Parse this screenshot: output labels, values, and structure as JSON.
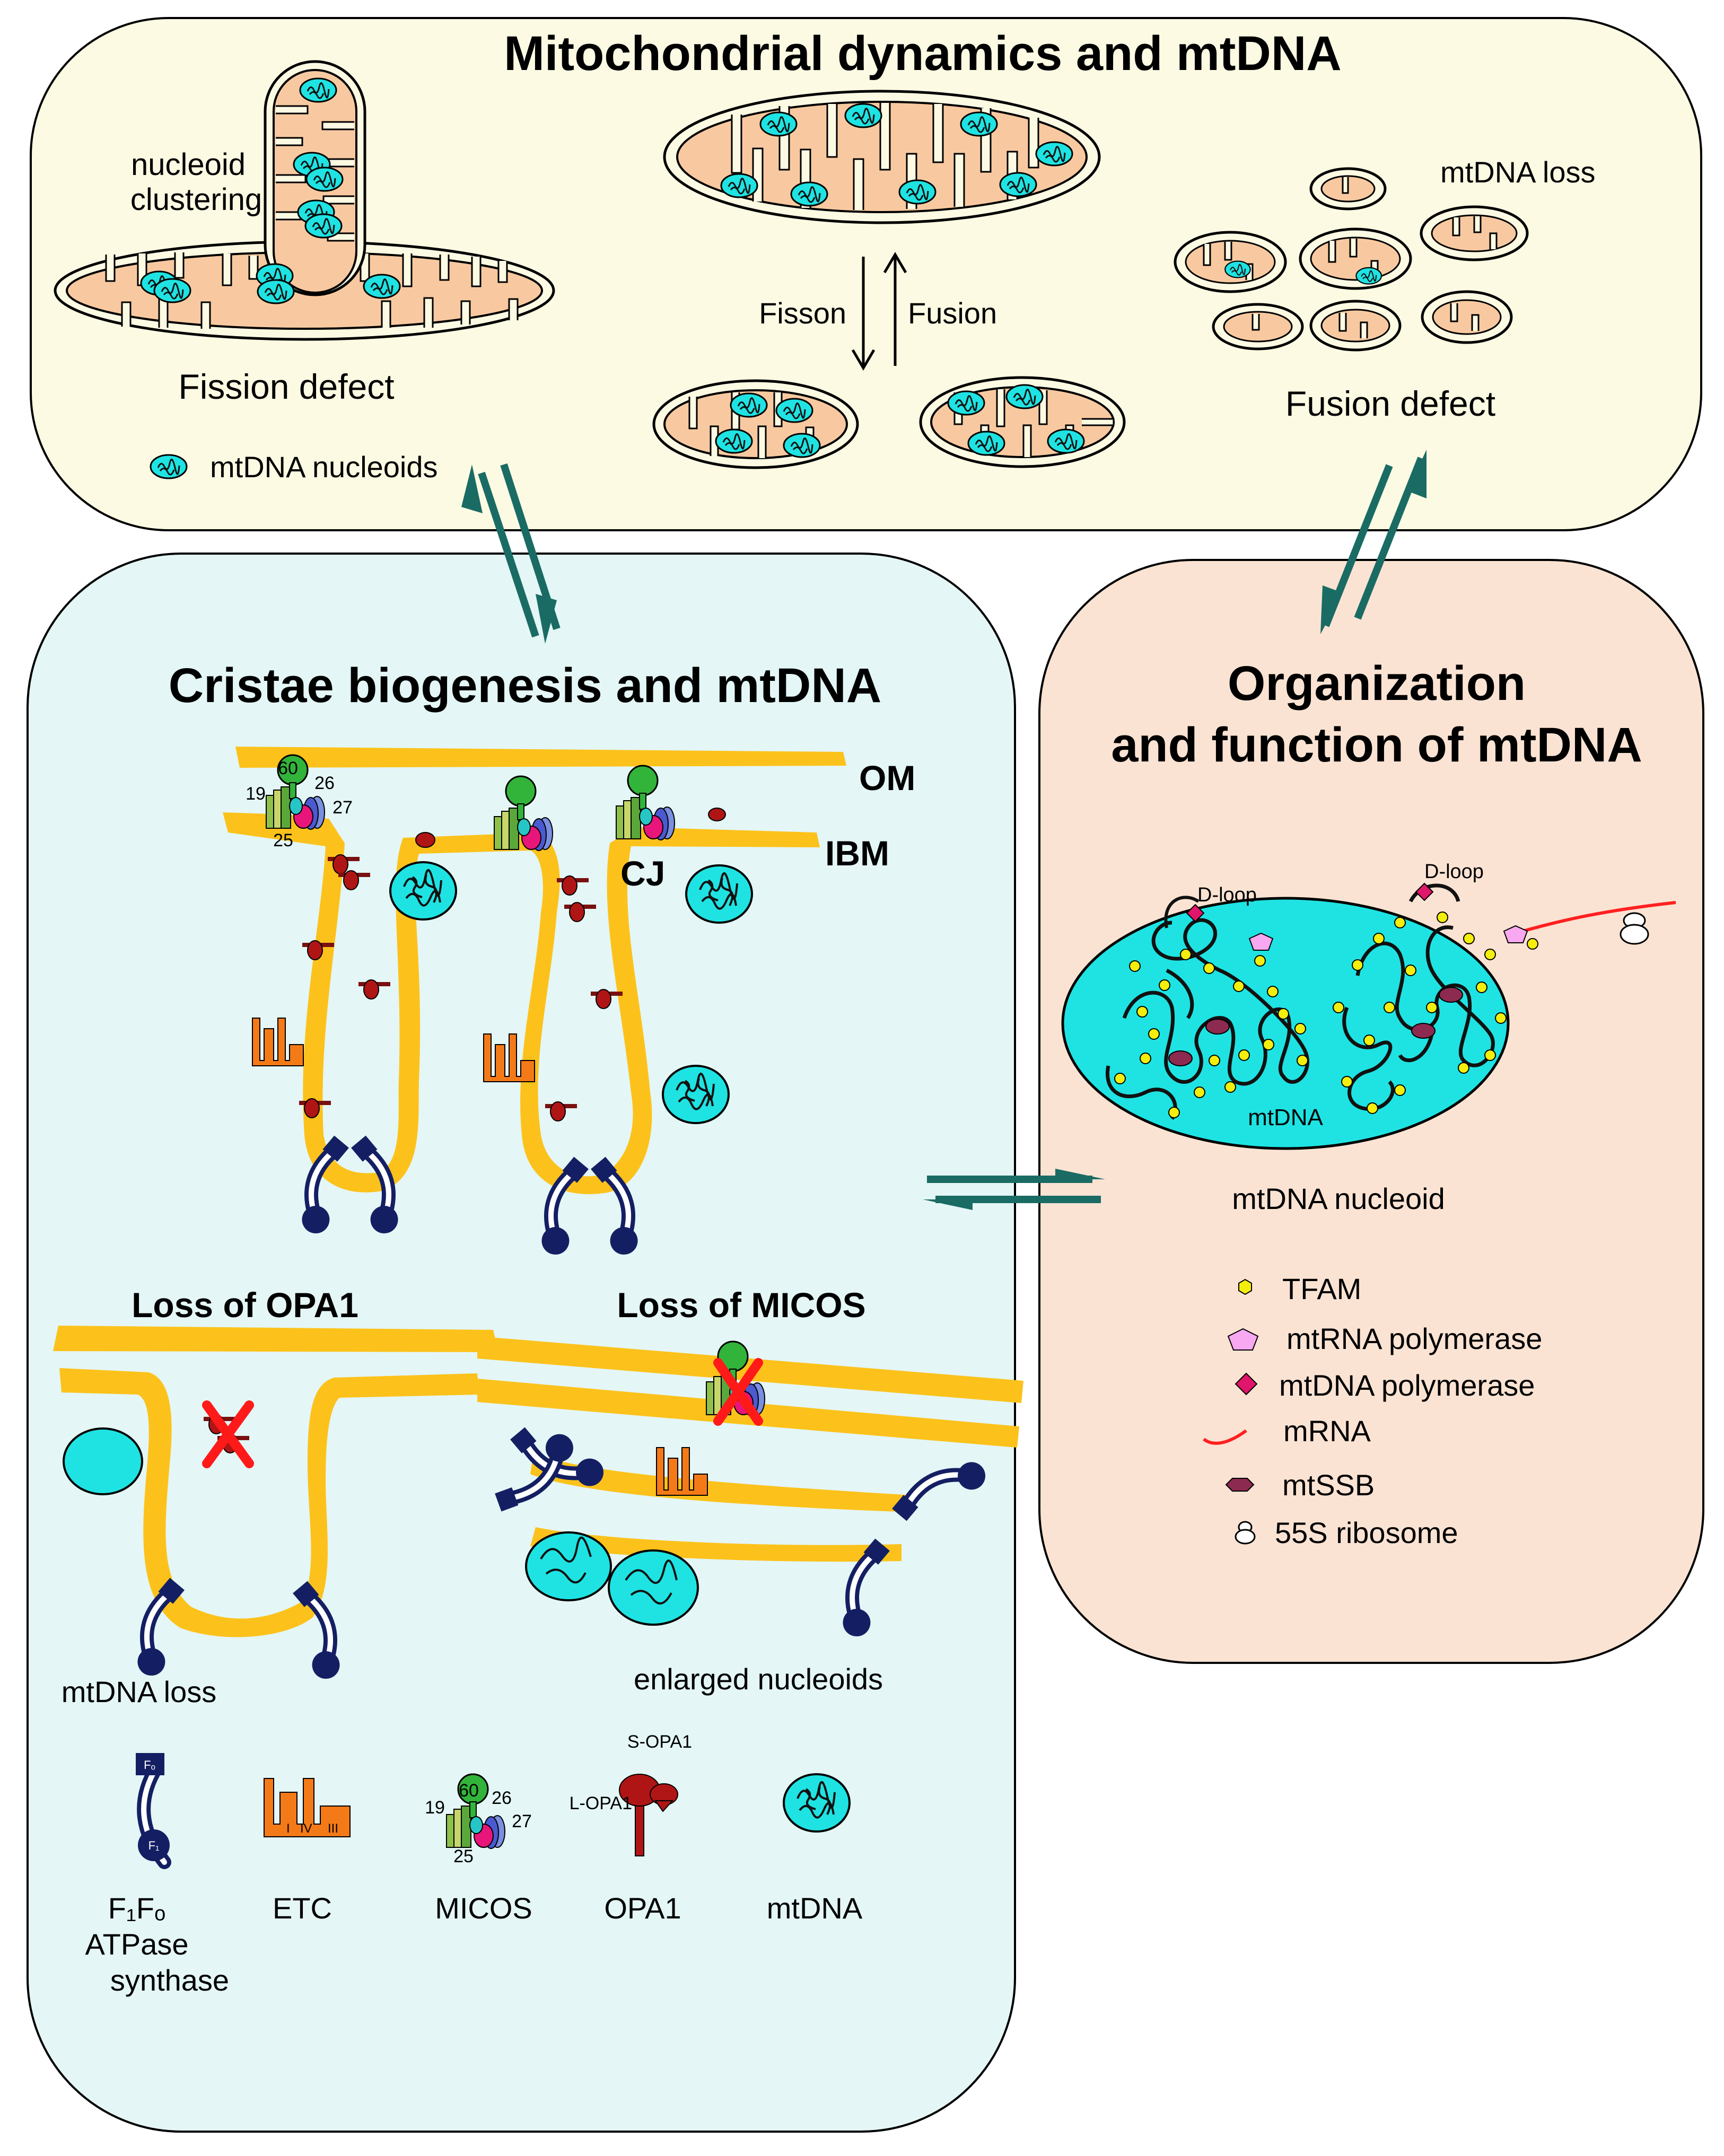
{
  "panels": {
    "dynamics": {
      "title": "Mitochondrial dynamics and mtDNA",
      "nucleoid_clustering": [
        "nucleoid",
        "clustering"
      ],
      "fission_defect": "Fission defect",
      "fusion_defect": "Fusion defect",
      "fisson": "Fisson",
      "fusion": "Fusion",
      "mtdna_loss": "mtDNA loss",
      "nucleoids_legend": "mtDNA nucleoids"
    },
    "cristae": {
      "title": "Cristae biogenesis and mtDNA",
      "om": "OM",
      "ibm": "IBM",
      "cj": "CJ",
      "micos_numbers": [
        "60",
        "19",
        "26",
        "27",
        "25"
      ],
      "loss_opa1": "Loss of OPA1",
      "loss_micos": "Loss of MICOS",
      "mtdna_loss": "mtDNA loss",
      "enlarged_nucleoids": "enlarged nucleoids",
      "etc_complexes": [
        "I",
        "IV",
        "III"
      ],
      "legend": {
        "atpase": [
          "F₁Fₒ",
          "ATPase",
          "synthase"
        ],
        "atpase_subunits": [
          "Fₒ",
          "F₁"
        ],
        "etc": "ETC",
        "micos": "MICOS",
        "opa1": "OPA1",
        "s_opa1": "S-OPA1",
        "l_opa1": "L-OPA1",
        "mtdna": "mtDNA"
      }
    },
    "organization": {
      "title": [
        "Organization",
        "and function of mtDNA"
      ],
      "dloop": "D-loop",
      "mtdna": "mtDNA",
      "nucleoid": "mtDNA nucleoid",
      "legend": [
        "TFAM",
        "mtRNA polymerase",
        "mtDNA polymerase",
        "mRNA",
        "mtSSB",
        "55S ribosome"
      ]
    }
  },
  "colors": {
    "dynamics_bg": "#fcfae3",
    "cristae_bg": "#e4f6f6",
    "organization_bg": "#fbe3d3",
    "membrane": "#fcc21b",
    "matrix": "#f8c9a0",
    "nucleoid": "#1fe3e3",
    "arrow": "#1a6b64",
    "atpase": "#141f63",
    "etc": "#f47a18",
    "opa1": "#b01515",
    "tfam": "#f4ee0c",
    "mtrnapol": "#f7a8f0",
    "mtdnapol": "#e0166a",
    "mtssb": "#8c2a50",
    "mrna": "#ff2020",
    "cross": "#ff1a1a"
  }
}
